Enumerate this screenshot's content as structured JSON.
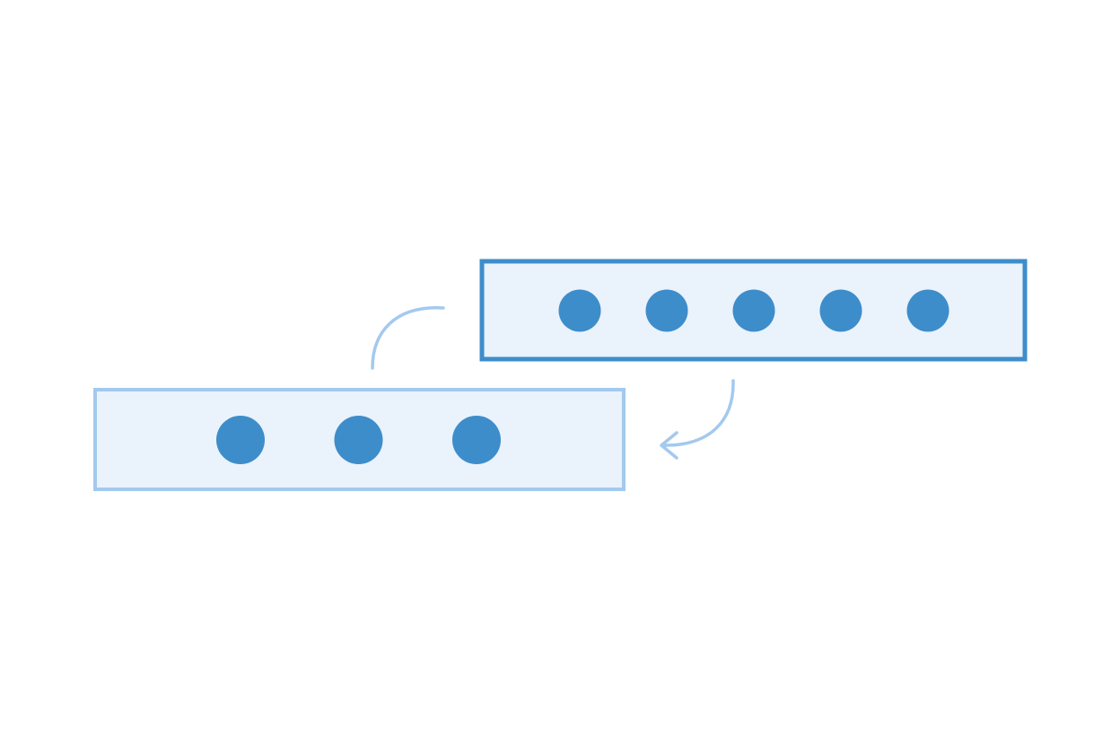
{
  "colors": {
    "background": "#ffffff",
    "box_fill": "#eaf2fb",
    "primary_stroke": "#3d8dcb",
    "secondary_stroke": "#a3c9ee",
    "dot": "#3d8dcb",
    "arrow": "#a3c9ee"
  },
  "diagram": {
    "top_row": {
      "item_count": 5,
      "style": "primary"
    },
    "bottom_row": {
      "item_count": 3,
      "style": "secondary"
    },
    "connectors": [
      {
        "from": "bottom_row",
        "to": "top_row",
        "arrowhead": false
      },
      {
        "from": "top_row",
        "to": "bottom_row",
        "arrowhead": true
      }
    ]
  }
}
